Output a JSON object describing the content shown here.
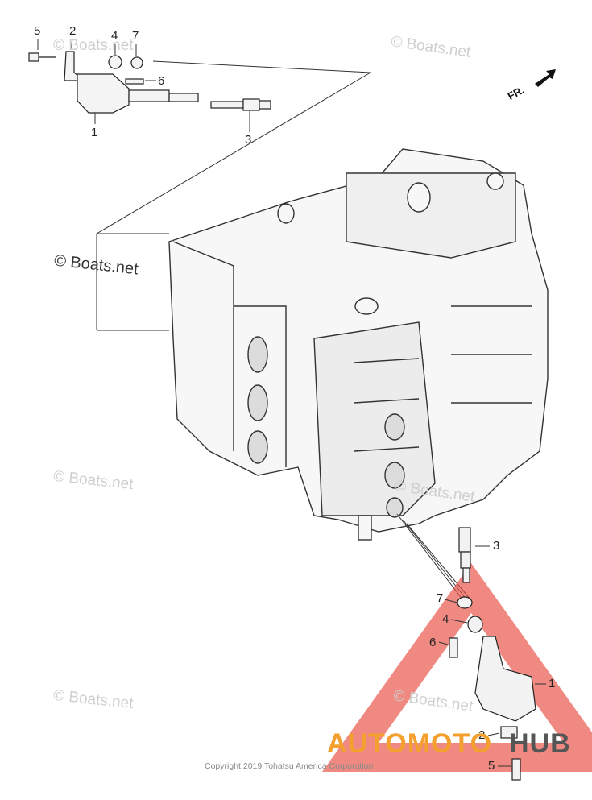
{
  "watermarks": [
    "© Boats.net",
    "© Boats.net",
    "© Boats.net",
    "© Boats.net",
    "© Boats.net",
    "© Boats.net",
    "© Boats.net"
  ],
  "direction_label": "FR.",
  "callouts_top": {
    "c5": "5",
    "c2": "2",
    "c4": "4",
    "c7": "7",
    "c6": "6",
    "c1": "1",
    "c3": "3"
  },
  "callouts_bottom": {
    "c3": "3",
    "c7": "7",
    "c4": "4",
    "c6": "6",
    "c1": "1",
    "c2": "2",
    "c5": "5"
  },
  "copyright": "Copyright 2019 Tohatsu America Corporation",
  "logo": {
    "part1": "AUTOMOTO",
    "part2": "HUB",
    "color_red": "#e8473c",
    "color_orange": "#f3a02e",
    "color_gray": "#555555"
  }
}
